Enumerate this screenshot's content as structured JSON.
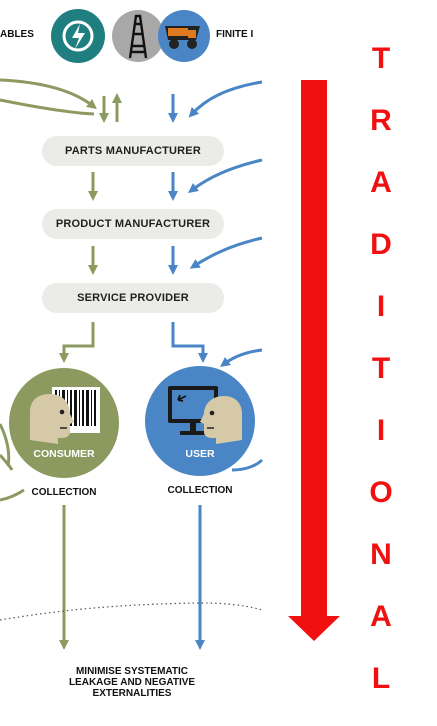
{
  "colors": {
    "green": "#8c9a5f",
    "blue": "#4a86c5",
    "red": "#f01010",
    "pill_bg": "#ebebe8"
  },
  "header": {
    "renewables_label": "ABLES",
    "finite_label": "FINITE I"
  },
  "icons": [
    "power-icon",
    "oil-rig-icon",
    "mining-truck-icon"
  ],
  "stages": {
    "parts": "PARTS MANUFACTURER",
    "product": "PRODUCT MANUFACTURER",
    "service": "SERVICE PROVIDER"
  },
  "nodes": {
    "consumer": "CONSUMER",
    "user": "USER"
  },
  "collection": {
    "left": "COLLECTION",
    "right": "COLLECTION"
  },
  "bottom_text": [
    "MINIMISE SYSTEMATIC",
    "LEAKAGE AND NEGATIVE",
    "EXTERNALITIES"
  ],
  "vertical_word": [
    "T",
    "R",
    "A",
    "D",
    "I",
    "T",
    "I",
    "O",
    "N",
    "A",
    "L"
  ]
}
